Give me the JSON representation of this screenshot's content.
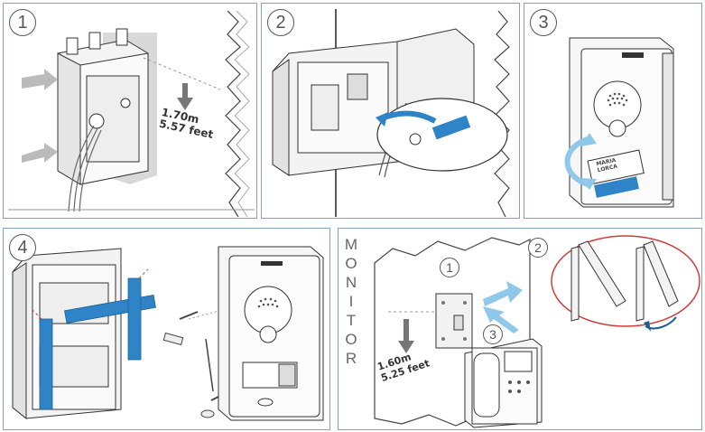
{
  "steps": [
    {
      "number": "1",
      "height_m": "1.70m",
      "height_ft": "5.57 feet"
    },
    {
      "number": "2"
    },
    {
      "number": "3",
      "nameplate_line1": "MARIA",
      "nameplate_line2": "LORCA"
    },
    {
      "number": "4"
    },
    {
      "monitor_label": [
        "M",
        "O",
        "N",
        "I",
        "T",
        "O",
        "R"
      ],
      "height_m": "1.60m",
      "height_ft": "5.25 feet",
      "substeps": [
        "1",
        "2",
        "3"
      ]
    }
  ],
  "colors": {
    "accent_blue": "#2e84c6",
    "panel_border": "#8aa0b8",
    "callout_red": "#d23b3b"
  }
}
